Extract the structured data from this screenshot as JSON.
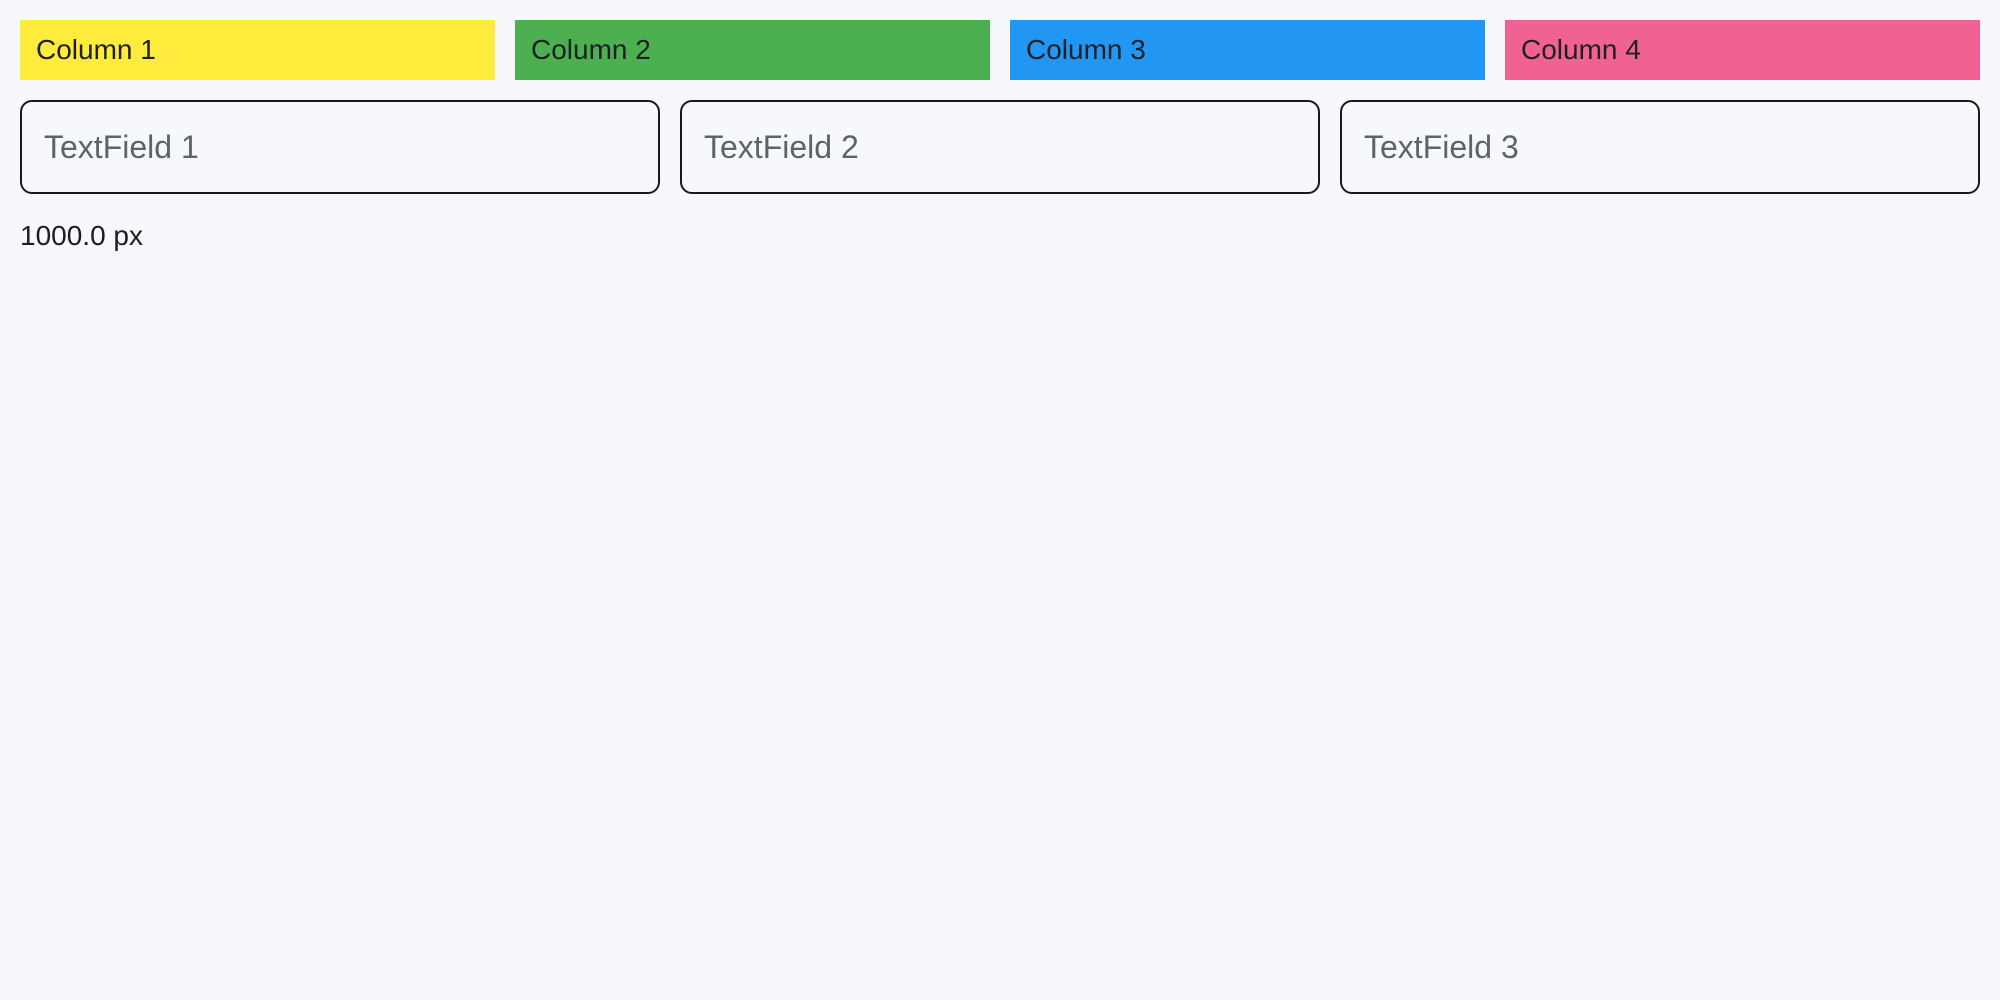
{
  "page": {
    "background": "#F7F8FC"
  },
  "column_headers": {
    "items": [
      {
        "label": "Column 1",
        "color": "#FFEB3B"
      },
      {
        "label": "Column 2",
        "color": "#4CAF50"
      },
      {
        "label": "Column 3",
        "color": "#2196F3"
      },
      {
        "label": "Column 4",
        "color": "#F06292"
      }
    ]
  },
  "textfields": {
    "items": [
      {
        "placeholder": "TextField 1"
      },
      {
        "placeholder": "TextField 2"
      },
      {
        "placeholder": "TextField 3"
      }
    ]
  },
  "footer": {
    "width_readout": "1000.0 px"
  }
}
